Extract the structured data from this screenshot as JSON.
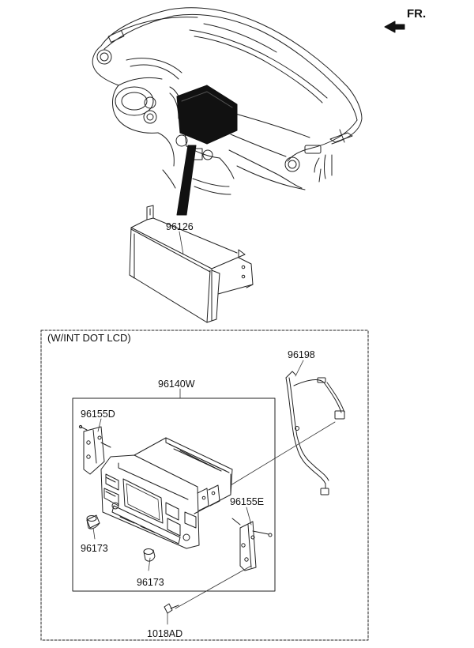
{
  "direction": {
    "label": "FR.",
    "icon": "front-arrow-icon"
  },
  "variant_note": "(W/INT DOT LCD)",
  "parts": {
    "p96126": "96126",
    "p96198": "96198",
    "p96140w": "96140W",
    "p96155d": "96155D",
    "p96155e": "96155E",
    "p96173_a": "96173",
    "p96173_b": "96173",
    "p1018ad": "1018AD"
  }
}
